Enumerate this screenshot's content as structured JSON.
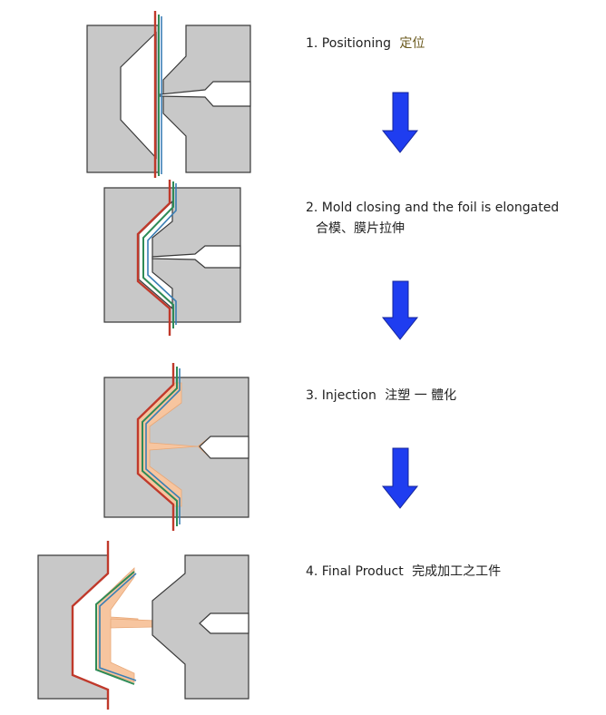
{
  "steps": [
    {
      "number_label": "1. Positioning",
      "chinese": "定位",
      "chinese_line2": ""
    },
    {
      "number_label": "2. Mold closing and the foil is elongated",
      "chinese": "",
      "chinese_line2": "合模、膜片拉伸"
    },
    {
      "number_label": "3. Injection",
      "chinese": "注塑 一 體化",
      "chinese_line2": ""
    },
    {
      "number_label": "4. Final Product",
      "chinese": "完成加工之工件",
      "chinese_line2": ""
    }
  ],
  "colors": {
    "mold": "#c8c8c8",
    "foil_red": "#c0392b",
    "foil_green": "#2e8b57",
    "foil_blue": "#3a7fb5",
    "plastic": "#f7c59f",
    "arrow": "#1f3df0"
  }
}
